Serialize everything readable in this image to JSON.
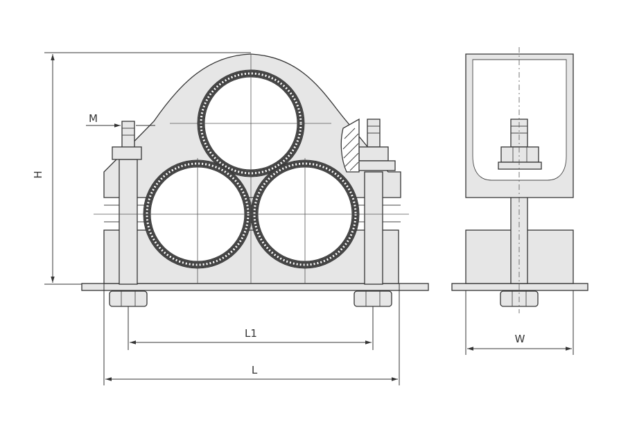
{
  "dimensions": {
    "height_label": "H",
    "thread_label": "M",
    "bolt_spacing_label": "L1",
    "length_label": "L",
    "width_label": "W"
  },
  "colors": {
    "line": "#333333",
    "body_fill": "#e6e6e6",
    "cable_jacket": "#444444"
  }
}
